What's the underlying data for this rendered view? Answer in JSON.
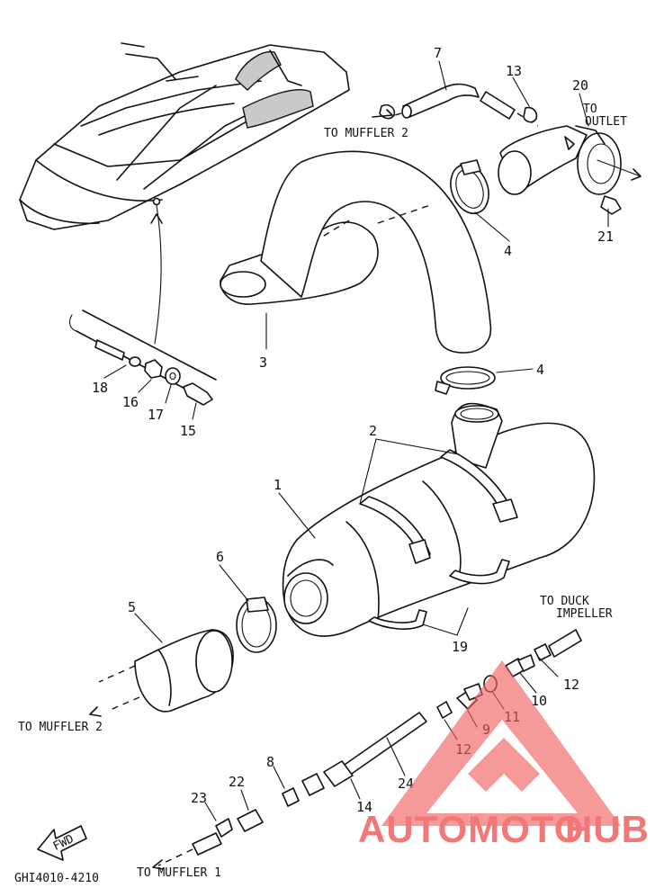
{
  "diagram": {
    "drawing_code": "GHI4010-4210",
    "direction_marker": "FWD",
    "notes": {
      "to_muffler_2_top": "TO MUFFLER 2",
      "to_outlet_1": "TO",
      "to_outlet_2": "OUTLET",
      "to_muffler_2_left": "TO MUFFLER 2",
      "to_duck_impeller_1": "TO DUCK",
      "to_duck_impeller_2": "IMPELLER",
      "to_muffler_1": "TO MUFFLER 1"
    },
    "part_numbers": {
      "p1": "1",
      "p2": "2",
      "p3": "3",
      "p4a": "4",
      "p4b": "4",
      "p5": "5",
      "p6": "6",
      "p7": "7",
      "p8": "8",
      "p9": "9",
      "p10": "10",
      "p11": "11",
      "p12a": "12",
      "p12b": "12",
      "p13": "13",
      "p14": "14",
      "p15": "15",
      "p16": "16",
      "p17": "17",
      "p18": "18",
      "p19": "19",
      "p20": "20",
      "p21": "21",
      "p22": "22",
      "p23": "23",
      "p24": "24"
    }
  },
  "watermark": {
    "brand_part1": "AUTOMOTO",
    "brand_part2": "HUB",
    "color_primary": "#f06060",
    "color_secondary": "#f5b04a"
  }
}
